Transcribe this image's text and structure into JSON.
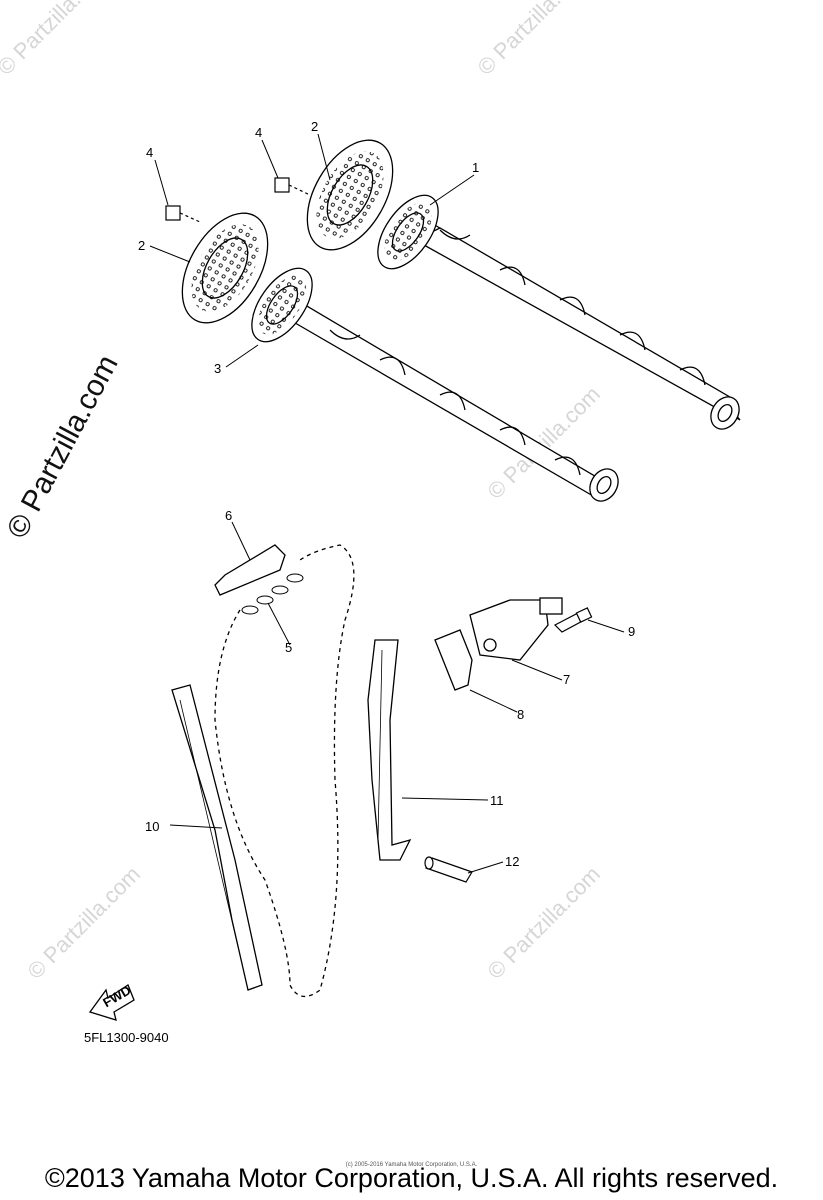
{
  "watermark_side": "© Partzilla.com",
  "watermark_faint": "© Partzilla.com",
  "callouts": [
    "1",
    "2",
    "2",
    "3",
    "4",
    "4",
    "5",
    "6",
    "7",
    "8",
    "9",
    "10",
    "11",
    "12"
  ],
  "fwd_label": "FWD",
  "diagram_code": "5FL1300-9040",
  "fine_print": "(c) 2005-2016 Yamaha Motor Corporation, U.S.A.",
  "copyright": "©2013 Yamaha Motor Corporation, U.S.A. All rights reserved."
}
